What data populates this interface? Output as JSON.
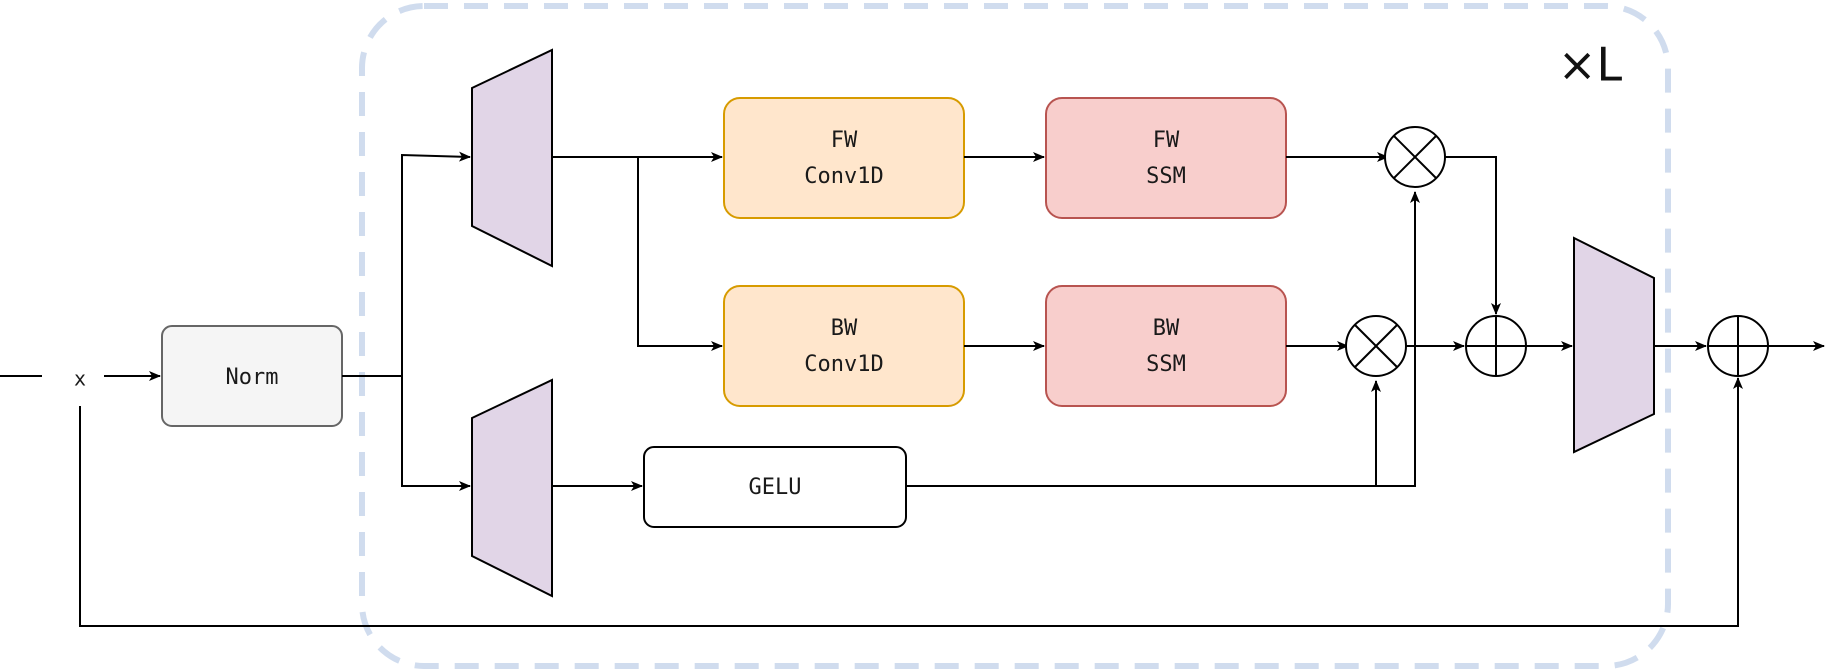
{
  "input": {
    "label": "x"
  },
  "blocks": {
    "norm": "Norm",
    "fw_conv": {
      "line1": "FW",
      "line2": "Conv1D"
    },
    "bw_conv": {
      "line1": "BW",
      "line2": "Conv1D"
    },
    "fw_ssm": {
      "line1": "FW",
      "line2": "SSM"
    },
    "bw_ssm": {
      "line1": "BW",
      "line2": "SSM"
    },
    "gelu": "GELU"
  },
  "repeat_label": "×L",
  "colors": {
    "norm_fill": "#f5f5f5",
    "norm_stroke": "#666666",
    "conv_fill": "#ffe6cc",
    "conv_stroke": "#d79b00",
    "ssm_fill": "#f8cecc",
    "ssm_stroke": "#b85450",
    "proj_fill": "#e1d5e7",
    "repeat_border": "#d0dcee"
  }
}
